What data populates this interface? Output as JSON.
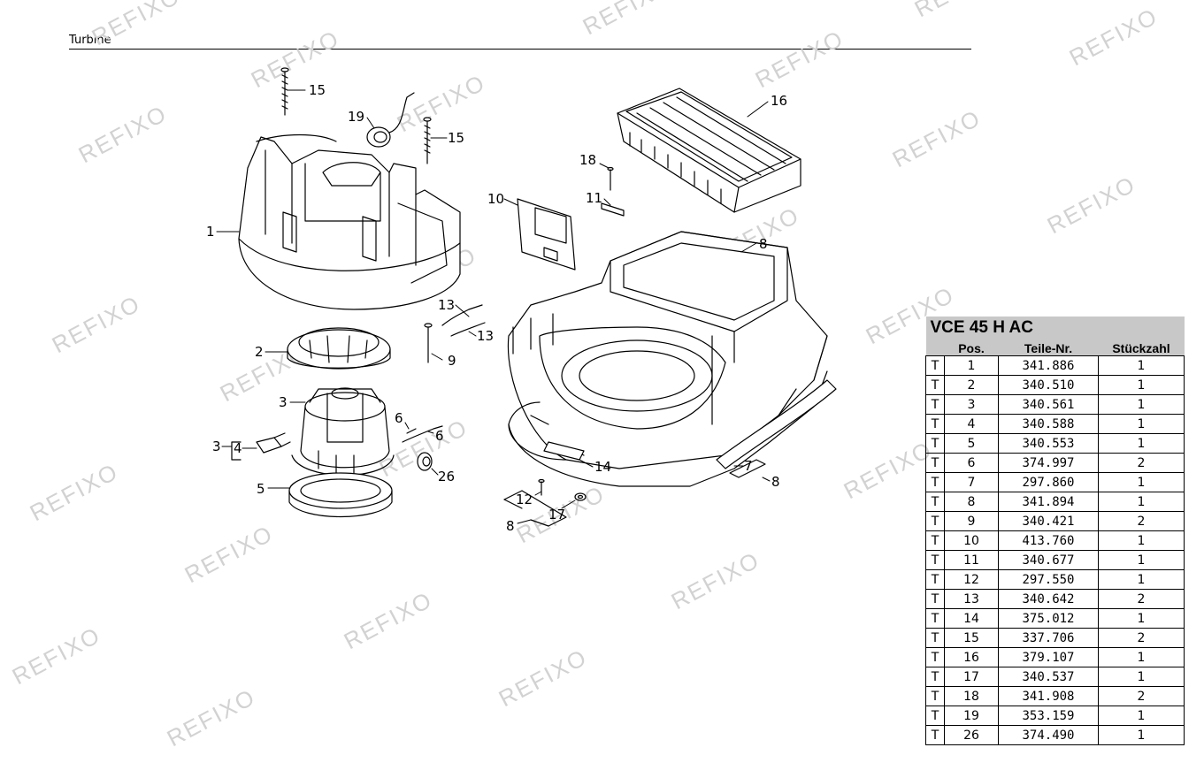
{
  "page": {
    "title": "Turbine"
  },
  "watermark": {
    "text": "REFIXO",
    "color": "#d2d2d2"
  },
  "callouts": [
    "15",
    "19",
    "15",
    "16",
    "18",
    "10",
    "11",
    "1",
    "8",
    "13",
    "13",
    "9",
    "2",
    "3",
    "6",
    "6",
    "3",
    "4",
    "14",
    "7",
    "8",
    "26",
    "5",
    "12",
    "17",
    "8"
  ],
  "parts_table": {
    "model": "VCE 45 H AC",
    "columns": [
      "Pos.",
      "Teile-Nr.",
      "Stückzahl"
    ],
    "header_color": "#c8c8c8",
    "rows": [
      {
        "t": "T",
        "pos": "1",
        "teil": "341.886",
        "qty": "1"
      },
      {
        "t": "T",
        "pos": "2",
        "teil": "340.510",
        "qty": "1"
      },
      {
        "t": "T",
        "pos": "3",
        "teil": "340.561",
        "qty": "1"
      },
      {
        "t": "T",
        "pos": "4",
        "teil": "340.588",
        "qty": "1"
      },
      {
        "t": "T",
        "pos": "5",
        "teil": "340.553",
        "qty": "1"
      },
      {
        "t": "T",
        "pos": "6",
        "teil": "374.997",
        "qty": "2"
      },
      {
        "t": "T",
        "pos": "7",
        "teil": "297.860",
        "qty": "1"
      },
      {
        "t": "T",
        "pos": "8",
        "teil": "341.894",
        "qty": "1"
      },
      {
        "t": "T",
        "pos": "9",
        "teil": "340.421",
        "qty": "2"
      },
      {
        "t": "T",
        "pos": "10",
        "teil": "413.760",
        "qty": "1"
      },
      {
        "t": "T",
        "pos": "11",
        "teil": "340.677",
        "qty": "1"
      },
      {
        "t": "T",
        "pos": "12",
        "teil": "297.550",
        "qty": "1"
      },
      {
        "t": "T",
        "pos": "13",
        "teil": "340.642",
        "qty": "2"
      },
      {
        "t": "T",
        "pos": "14",
        "teil": "375.012",
        "qty": "1"
      },
      {
        "t": "T",
        "pos": "15",
        "teil": "337.706",
        "qty": "2"
      },
      {
        "t": "T",
        "pos": "16",
        "teil": "379.107",
        "qty": "1"
      },
      {
        "t": "T",
        "pos": "17",
        "teil": "340.537",
        "qty": "1"
      },
      {
        "t": "T",
        "pos": "18",
        "teil": "341.908",
        "qty": "2"
      },
      {
        "t": "T",
        "pos": "19",
        "teil": "353.159",
        "qty": "1"
      },
      {
        "t": "T",
        "pos": "26",
        "teil": "374.490",
        "qty": "1"
      }
    ]
  }
}
